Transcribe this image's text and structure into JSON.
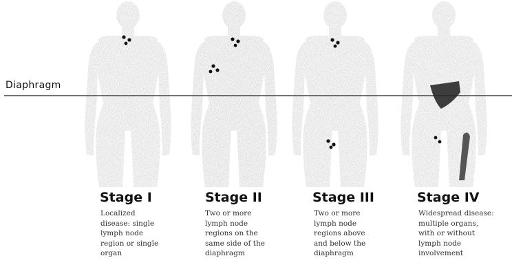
{
  "diaphragm_label": "Diaphragm",
  "stages": [
    {
      "title": "Stage I",
      "description": "Localized\ndisease: single\nlymph node\nregion or single\norgan"
    },
    {
      "title": "Stage II",
      "description": "Two or more\nlymph node\nregions on the\nsame side of the\ndiaphragm"
    },
    {
      "title": "Stage III",
      "description": "Two or more\nlymph node\nregions above\nand below the\ndiaphragm"
    },
    {
      "title": "Stage IV",
      "description": "Widespread disease:\nmultiple organs,\nwith or without\nlymph node\ninvolvement"
    }
  ],
  "colors": {
    "body_fill": "#b9b9b9",
    "body_dark": "#7a7a7a",
    "node_color": "#111111",
    "organ_color": "#444444",
    "line_color": "#222222"
  }
}
